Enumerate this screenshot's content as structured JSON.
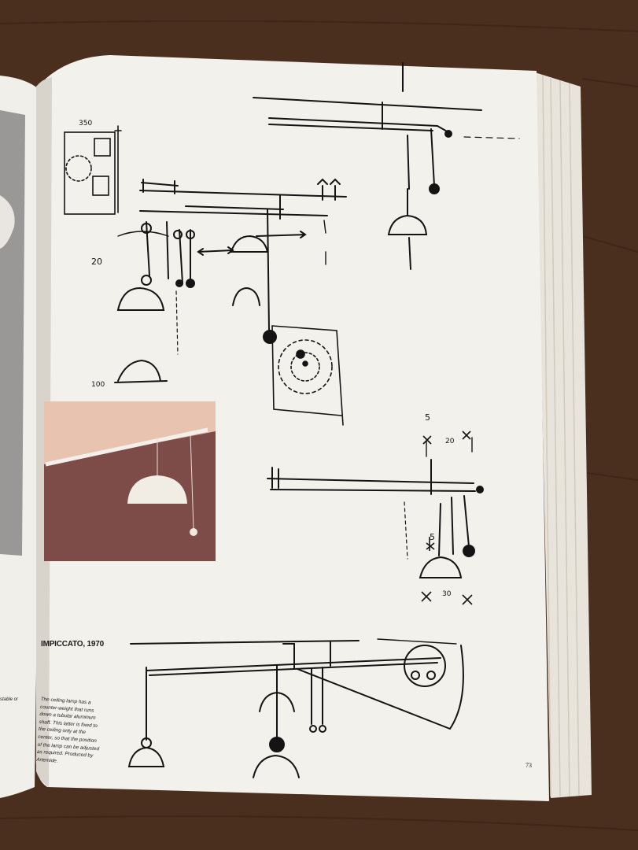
{
  "book": {
    "colors": {
      "table": "#4a2e1e",
      "page": "#f3f1ec",
      "ink": "#141414",
      "photo_wall": "#e8c4b0",
      "photo_floor": "#7e4c48"
    },
    "right_page": {
      "caption_title": "IMPICCATO, 1970",
      "caption_body": "The ceiling lamp has a counter-weight that runs down a tubular aluminum shaft. This latter is fixed to the ceiling only at the center, so that the position of the lamp can be adjusted as required. Produced by Artemide.",
      "page_number": "73"
    },
    "left_page": {
      "caption_fragment": "stable or lamp roduced"
    },
    "sketch_labels": {
      "dim_350": "350",
      "dim_20": "20",
      "dim_100": "100",
      "dim_5": "5",
      "dim_20_b": "20",
      "dim_5_b": "5",
      "dim_30": "30"
    }
  }
}
